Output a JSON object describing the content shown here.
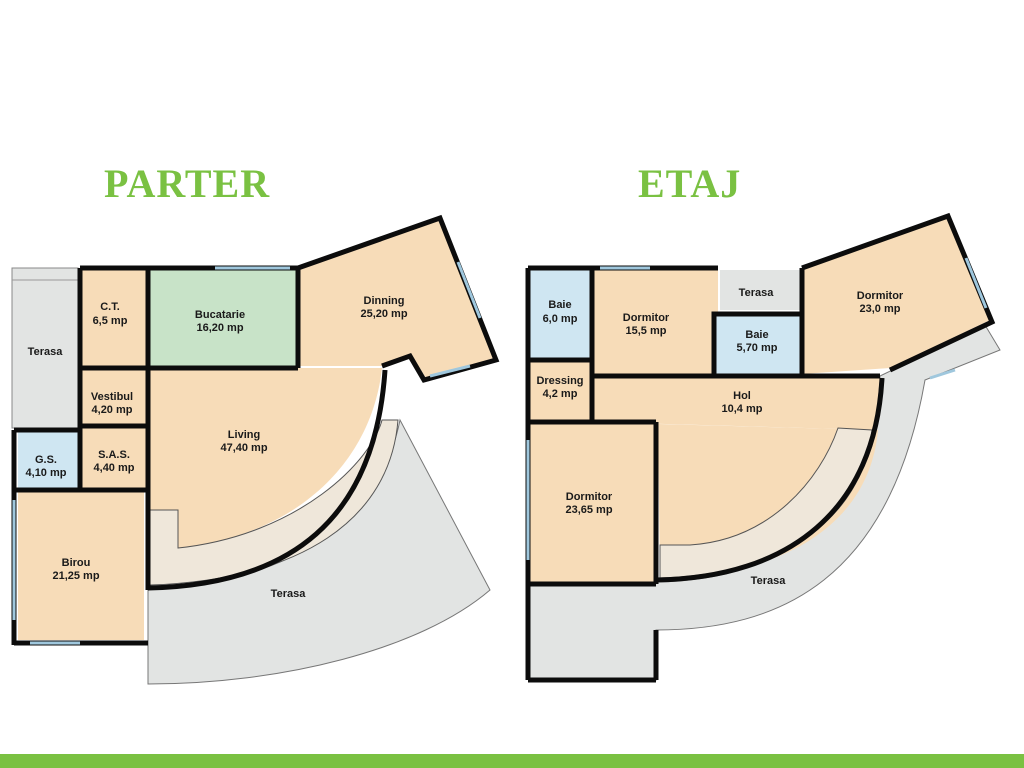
{
  "titles": {
    "parter": "PARTER",
    "etaj": "ETAJ"
  },
  "colors": {
    "accent": "#7ac142",
    "room": "#f7dcb8",
    "kitchen": "#c8e3c8",
    "bath": "#cfe6f2",
    "terrace": "#e2e4e3",
    "wall": "#0c0c0c"
  },
  "parter_rooms": {
    "terasa_left": {
      "name": "Terasa"
    },
    "ct": {
      "name": "C.T.",
      "area": "6,5 mp"
    },
    "bucatarie": {
      "name": "Bucatarie",
      "area": "16,20 mp"
    },
    "dinning": {
      "name": "Dinning",
      "area": "25,20 mp"
    },
    "vestibul": {
      "name": "Vestibul",
      "area": "4,20 mp"
    },
    "living": {
      "name": "Living",
      "area": "47,40 mp"
    },
    "gs": {
      "name": "G.S.",
      "area": "4,10 mp"
    },
    "sas": {
      "name": "S.A.S.",
      "area": "4,40 mp"
    },
    "birou": {
      "name": "Birou",
      "area": "21,25 mp"
    },
    "terasa": {
      "name": "Terasa"
    }
  },
  "etaj_rooms": {
    "baie1": {
      "name": "Baie",
      "area": "6,0 mp"
    },
    "dormitor1": {
      "name": "Dormitor",
      "area": "15,5 mp"
    },
    "terasa_top": {
      "name": "Terasa"
    },
    "baie2": {
      "name": "Baie",
      "area": "5,70 mp"
    },
    "dormitor2": {
      "name": "Dormitor",
      "area": "23,0 mp"
    },
    "dressing": {
      "name": "Dressing",
      "area": "4,2 mp"
    },
    "hol": {
      "name": "Hol",
      "area": "10,4 mp"
    },
    "dormitor3": {
      "name": "Dormitor",
      "area": "23,65 mp"
    },
    "terasa": {
      "name": "Terasa"
    }
  }
}
